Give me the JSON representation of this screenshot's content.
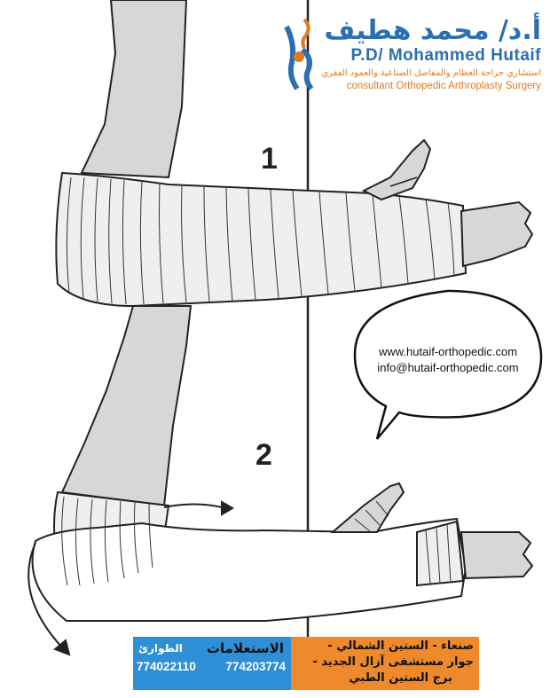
{
  "brand": {
    "name_ar": "أ.د/ محمد هطيف",
    "name_en": "P.D/ Mohammed Hutaif",
    "subtitle_ar": "استشاري جراحة العظام والمفاصل الصناعية والعمود الفقري",
    "subtitle_en": "consultant Orthopedic Arthroplasty Surgery",
    "logo_icon": "orthopedic-knee-logo-icon",
    "color_primary": "#2b6fb3",
    "color_accent": "#e07a1f"
  },
  "figure": {
    "step1_label": "1",
    "step2_label": "2"
  },
  "contact": {
    "website": "www.hutaif-orthopedic.com",
    "email": "info@hutaif-orthopedic.com"
  },
  "footer": {
    "inquiries_label": "الاستعلامات",
    "inquiries_phone": "774203774",
    "emergency_label": "الطوارئ",
    "emergency_phone": "774022110",
    "address_line1": "صنعاء - الستين الشمالي -",
    "address_line2": "جوار مستشفى آزال الجديد -",
    "address_line3": "برج الستين الطبي",
    "color_blue": "#2f8fd6",
    "color_orange": "#ee8a2b"
  }
}
